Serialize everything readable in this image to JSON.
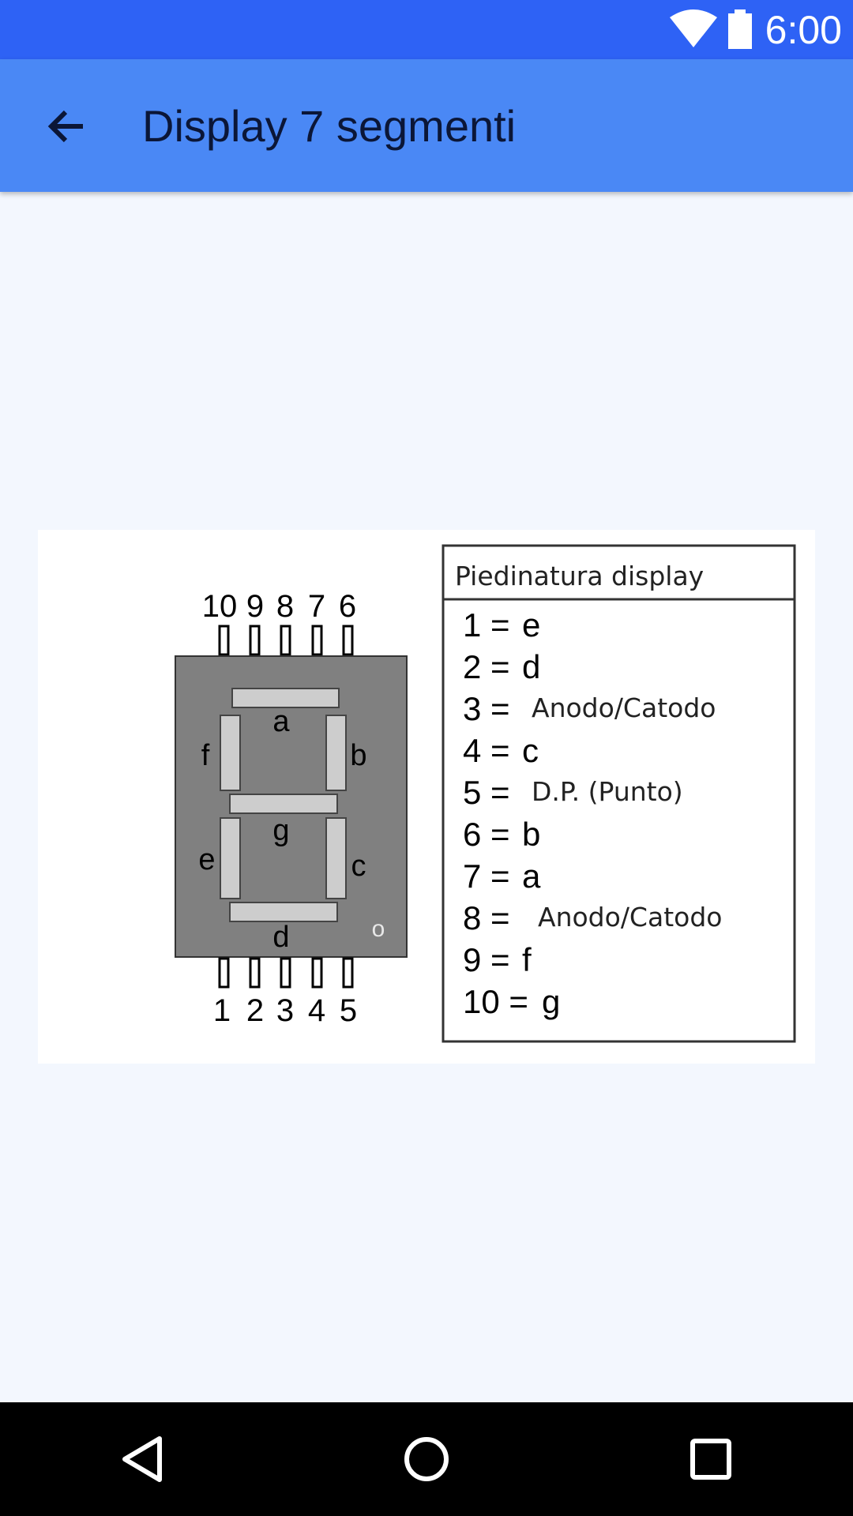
{
  "status_bar": {
    "time": "6:00",
    "icons": [
      "wifi-icon",
      "battery-icon"
    ]
  },
  "app_bar": {
    "title": "Display 7 segmenti",
    "back_icon": "arrow-back-icon"
  },
  "diagram": {
    "top_pins": [
      "10",
      "9",
      "8",
      "7",
      "6"
    ],
    "bottom_pins": [
      "1",
      "2",
      "3",
      "4",
      "5"
    ],
    "segments": {
      "a": "a",
      "b": "b",
      "c": "c",
      "d": "d",
      "e": "e",
      "f": "f",
      "g": "g"
    },
    "dp_mark": "o",
    "legend": {
      "title": "Piedinatura display",
      "rows": [
        {
          "pin": "1 =",
          "value": "e"
        },
        {
          "pin": "2 =",
          "value": "d"
        },
        {
          "pin": "3 =",
          "value": "Anodo/Catodo"
        },
        {
          "pin": "4 =",
          "value": "c"
        },
        {
          "pin": "5 =",
          "value": "D.P. (Punto)"
        },
        {
          "pin": "6 =",
          "value": "b"
        },
        {
          "pin": "7 =",
          "value": "a"
        },
        {
          "pin": "8 =",
          "value": "Anodo/Catodo"
        },
        {
          "pin": "9 =",
          "value": "f"
        },
        {
          "pin": "10 =",
          "value": "g"
        }
      ]
    }
  },
  "nav_bar": {
    "buttons": [
      "back-triangle-icon",
      "home-circle-icon",
      "recents-square-icon"
    ]
  },
  "colors": {
    "status": "#2E62F5",
    "appbar": "#4A88F5",
    "background": "#F3F7FE"
  }
}
